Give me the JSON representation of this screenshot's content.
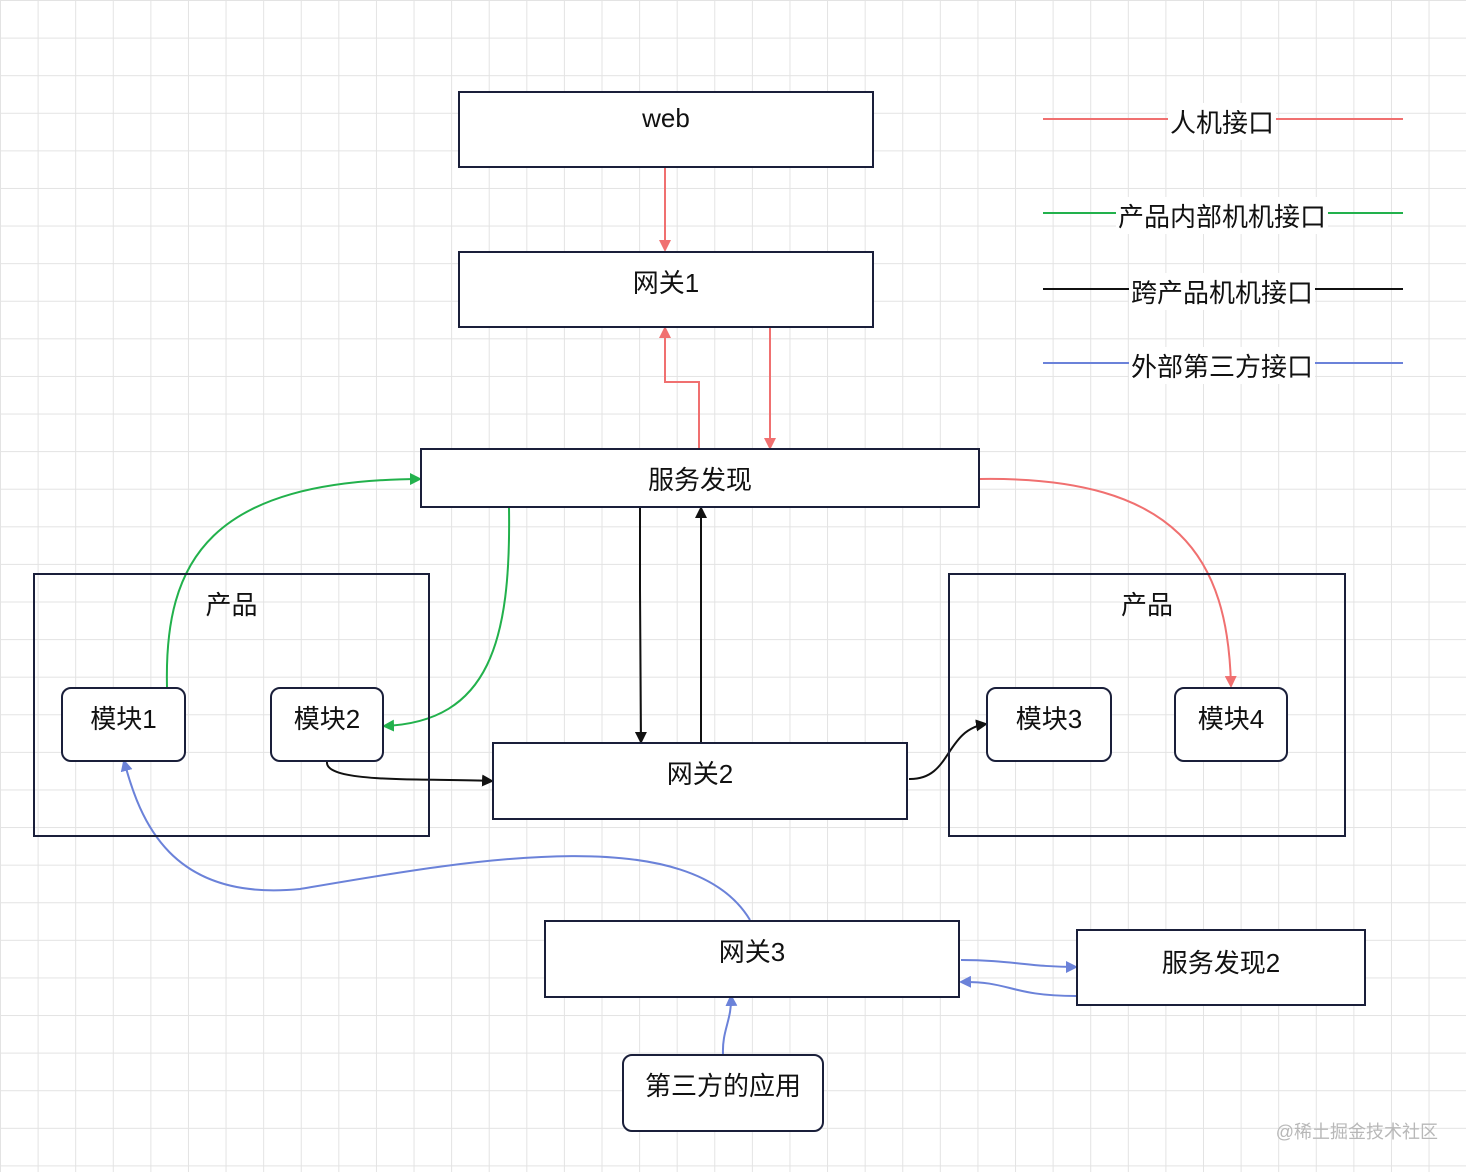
{
  "nodes": {
    "web": "web",
    "gateway1": "网关1",
    "service_discovery": "服务发现",
    "product_left": "产品",
    "module1": "模块1",
    "module2": "模块2",
    "gateway2": "网关2",
    "product_right": "产品",
    "module3": "模块3",
    "module4": "模块4",
    "gateway3": "网关3",
    "service_discovery2": "服务发现2",
    "third_party_app": "第三方的应用"
  },
  "legend": {
    "items": [
      {
        "label": "人机接口",
        "color": "#f07070"
      },
      {
        "label": "产品内部机机接口",
        "color": "#22b14c"
      },
      {
        "label": "跨产品机机接口",
        "color": "#111111"
      },
      {
        "label": "外部第三方接口",
        "color": "#6b82d9"
      }
    ]
  },
  "watermark": "@稀土掘金技术社区"
}
